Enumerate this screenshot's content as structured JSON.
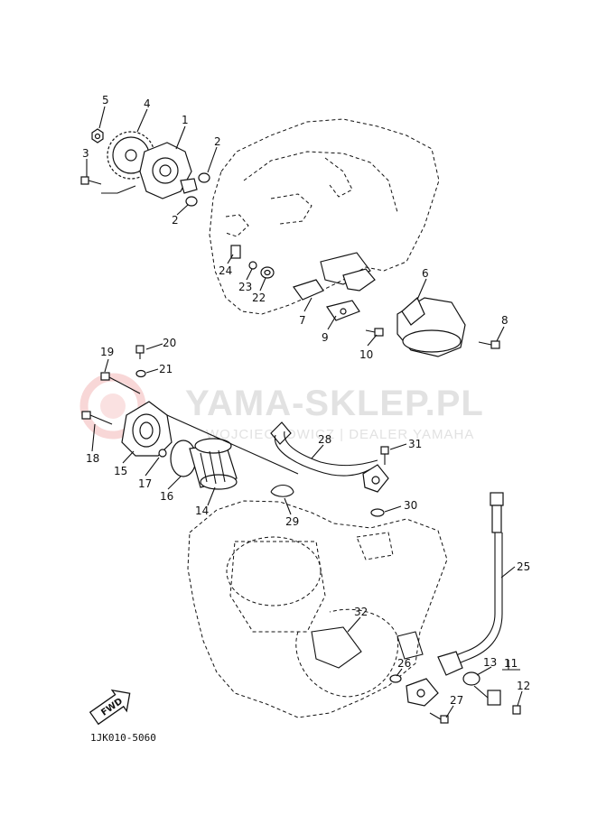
{
  "watermark": {
    "title": "YAMA-SKLEP.PL",
    "subtitle": "WOJCIECHOWICZ | DEALER YAMAHA"
  },
  "diagram": {
    "code": "1JK010-5060",
    "fwd_label": "FWD",
    "callouts": [
      {
        "id": "c1",
        "label": "1"
      },
      {
        "id": "c2a",
        "label": "2"
      },
      {
        "id": "c2b",
        "label": "2"
      },
      {
        "id": "c3",
        "label": "3"
      },
      {
        "id": "c4",
        "label": "4"
      },
      {
        "id": "c5",
        "label": "5"
      },
      {
        "id": "c6",
        "label": "6"
      },
      {
        "id": "c7",
        "label": "7"
      },
      {
        "id": "c8",
        "label": "8"
      },
      {
        "id": "c9",
        "label": "9"
      },
      {
        "id": "c10",
        "label": "10"
      },
      {
        "id": "c11",
        "label": "11"
      },
      {
        "id": "c12",
        "label": "12"
      },
      {
        "id": "c13",
        "label": "13"
      },
      {
        "id": "c14",
        "label": "14"
      },
      {
        "id": "c15",
        "label": "15"
      },
      {
        "id": "c16",
        "label": "16"
      },
      {
        "id": "c17",
        "label": "17"
      },
      {
        "id": "c18",
        "label": "18"
      },
      {
        "id": "c19",
        "label": "19"
      },
      {
        "id": "c20",
        "label": "20"
      },
      {
        "id": "c21",
        "label": "21"
      },
      {
        "id": "c22",
        "label": "22"
      },
      {
        "id": "c23",
        "label": "23"
      },
      {
        "id": "c24",
        "label": "24"
      },
      {
        "id": "c25",
        "label": "25"
      },
      {
        "id": "c26",
        "label": "26"
      },
      {
        "id": "c27",
        "label": "27"
      },
      {
        "id": "c28",
        "label": "28"
      },
      {
        "id": "c29",
        "label": "29"
      },
      {
        "id": "c30",
        "label": "30"
      },
      {
        "id": "c31",
        "label": "31"
      },
      {
        "id": "c32",
        "label": "32"
      }
    ]
  }
}
